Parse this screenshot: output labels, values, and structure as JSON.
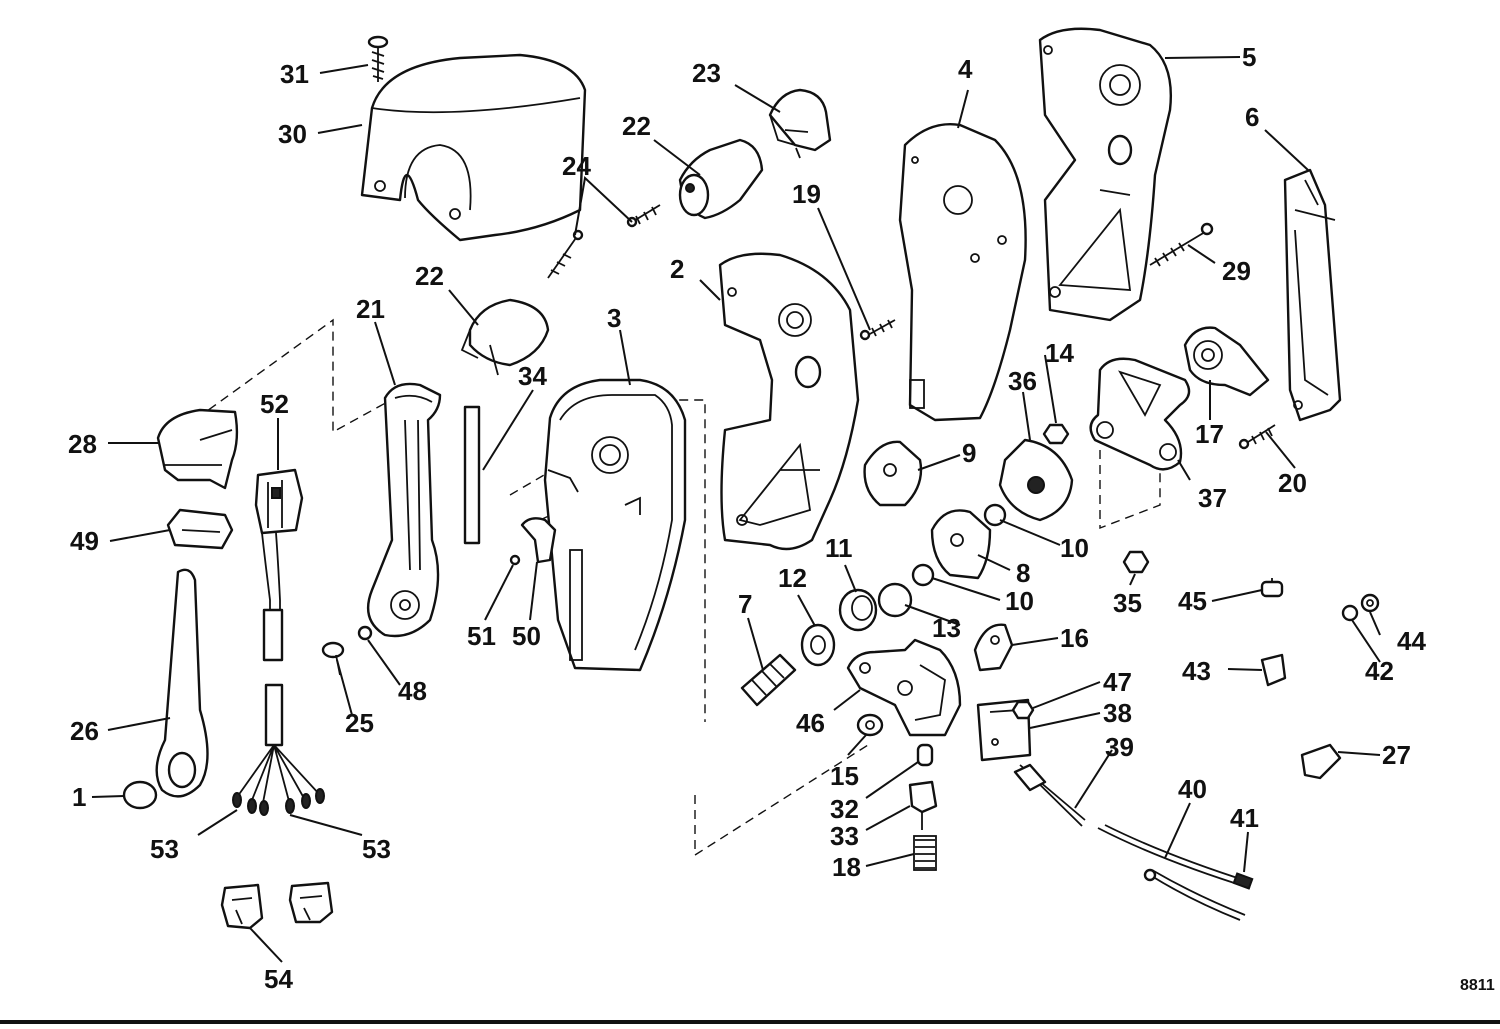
{
  "callouts": [
    "1",
    "2",
    "3",
    "4",
    "5",
    "6",
    "7",
    "8",
    "9",
    "10",
    "10",
    "11",
    "12",
    "13",
    "14",
    "15",
    "16",
    "17",
    "18",
    "19",
    "20",
    "21",
    "22",
    "22",
    "23",
    "24",
    "25",
    "26",
    "27",
    "28",
    "29",
    "30",
    "31",
    "32",
    "33",
    "34",
    "35",
    "36",
    "37",
    "38",
    "39",
    "40",
    "41",
    "42",
    "43",
    "44",
    "45",
    "46",
    "47",
    "48",
    "49",
    "50",
    "51",
    "52",
    "53",
    "53",
    "54"
  ],
  "figure_code": "8811"
}
